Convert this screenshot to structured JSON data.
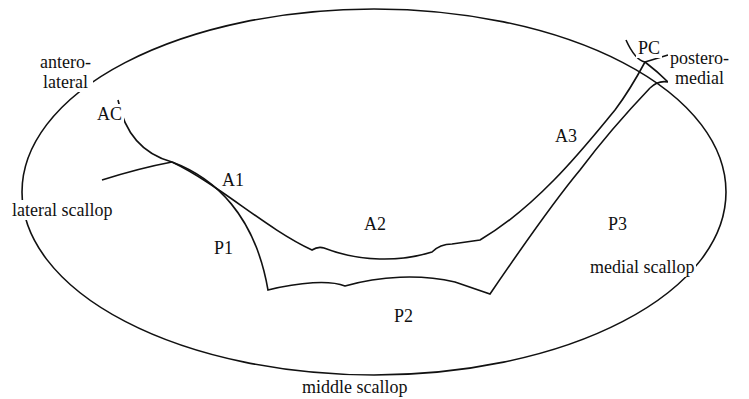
{
  "diagram": {
    "labels": [
      "antero- lateral",
      "AC",
      "A1",
      "A2",
      "A3",
      "PC",
      "postero- medial",
      "lateral scallop",
      "P1",
      "P2",
      "P3",
      "medial scallop",
      "middle scallop"
    ]
  }
}
